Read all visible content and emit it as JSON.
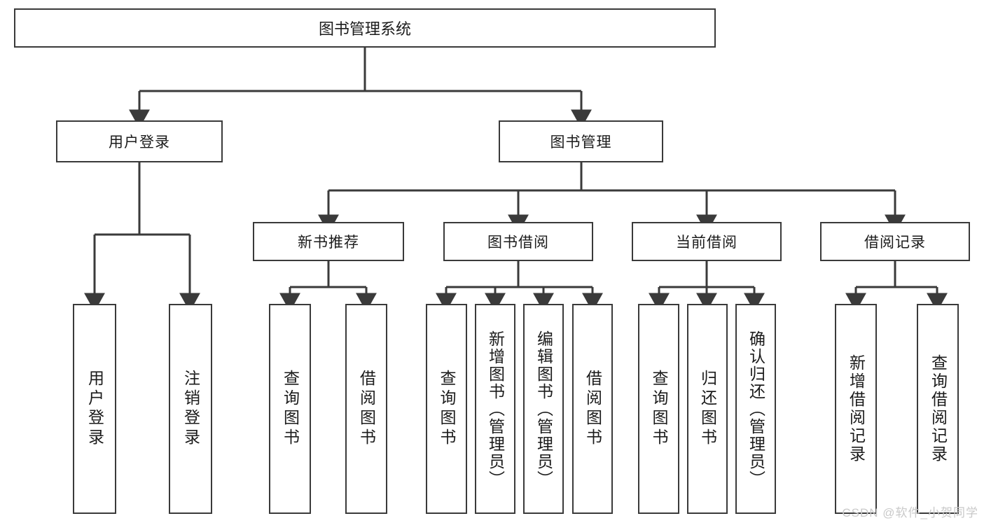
{
  "diagram": {
    "type": "tree",
    "title": "图书管理系统",
    "watermark": "CSDN @软件_小贺同学",
    "colors": {
      "stroke": "#3a3a3a",
      "fill": "#ffffff",
      "text": "#1b1b1b",
      "watermark": "#c9c9c9"
    },
    "levels": {
      "root": {
        "label": "图书管理系统"
      },
      "level1": [
        {
          "label": "用户登录"
        },
        {
          "label": "图书管理"
        }
      ],
      "level2": [
        {
          "label": "新书推荐"
        },
        {
          "label": "图书借阅"
        },
        {
          "label": "当前借阅"
        },
        {
          "label": "借阅记录"
        }
      ]
    },
    "leaves": {
      "user_login": [
        {
          "label": "用户登录"
        },
        {
          "label": "注销登录"
        }
      ],
      "new_book_recommend": [
        {
          "label": "查询图书"
        },
        {
          "label": "借阅图书"
        }
      ],
      "book_borrow": [
        {
          "label": "查询图书"
        },
        {
          "label": "新增图书（管理员）"
        },
        {
          "label": "编辑图书（管理员）"
        },
        {
          "label": "借阅图书"
        }
      ],
      "current_borrow": [
        {
          "label": "查询图书"
        },
        {
          "label": "归还图书"
        },
        {
          "label": "确认归还（管理员）"
        }
      ],
      "borrow_record": [
        {
          "label": "新增借阅记录"
        },
        {
          "label": "查询借阅记录"
        }
      ]
    }
  }
}
